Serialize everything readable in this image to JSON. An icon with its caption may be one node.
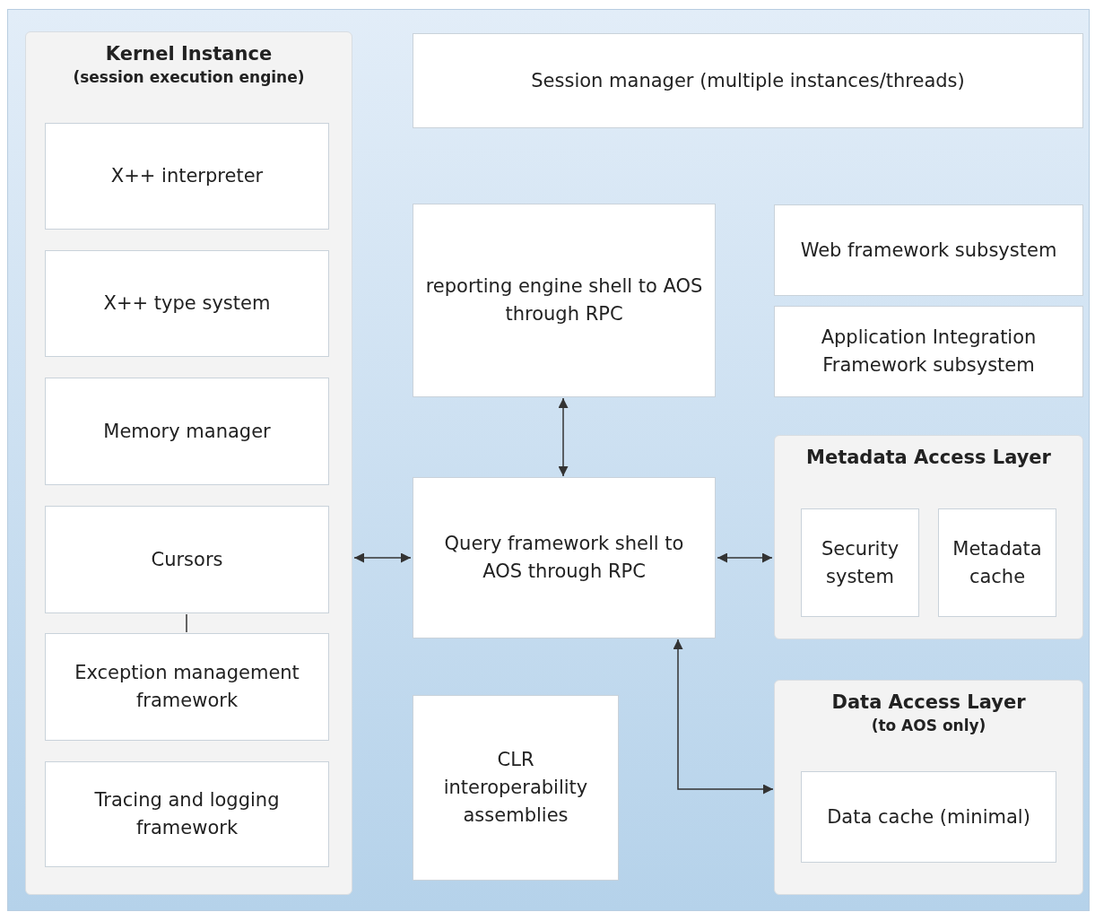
{
  "diagram": {
    "nodes": [
      {
        "text": [
          "Kernel Instance",
          "(session execution engine)"
        ]
      },
      {
        "text": [
          "X++ interpreter"
        ],
        "in": 0
      },
      {
        "text": [
          "X++ type system"
        ],
        "in": 0
      },
      {
        "text": [
          "Memory manager"
        ],
        "in": 0
      },
      {
        "text": [
          "Cursors"
        ],
        "in": 0
      },
      {
        "text": [
          "Exception management framework"
        ],
        "in": 0
      },
      {
        "text": [
          "Tracing and logging framework"
        ],
        "in": 0
      },
      {
        "text": [
          "Session manager (multiple instances/threads)"
        ]
      },
      {
        "text": [
          "reporting engine shell to AOS through RPC"
        ]
      },
      {
        "text": [
          "Web framework subsystem"
        ]
      },
      {
        "text": [
          "Application Integration Framework subsystem"
        ]
      },
      {
        "text": [
          "Query framework shell to AOS through RPC"
        ]
      },
      {
        "text": [
          "Metadata Access Layer"
        ]
      },
      {
        "text": [
          "Security system"
        ],
        "in": 12
      },
      {
        "text": [
          "Metadata cache"
        ],
        "in": 12
      },
      {
        "text": [
          "CLR interoperability assemblies"
        ]
      },
      {
        "text": [
          "Data Access Layer",
          "(to AOS only)"
        ]
      },
      {
        "text": [
          "Data cache (minimal)"
        ],
        "in": 16
      }
    ],
    "edges": [
      {
        "from": 8,
        "to": 11,
        "arrow": "both"
      },
      {
        "from": 0,
        "to": 11,
        "arrow": "both"
      },
      {
        "from": 11,
        "to": 12,
        "arrow": "both"
      },
      {
        "from": 11,
        "to": 16,
        "arrow": "both"
      },
      {
        "from": 4,
        "to": 5,
        "arrow": "none"
      }
    ]
  }
}
